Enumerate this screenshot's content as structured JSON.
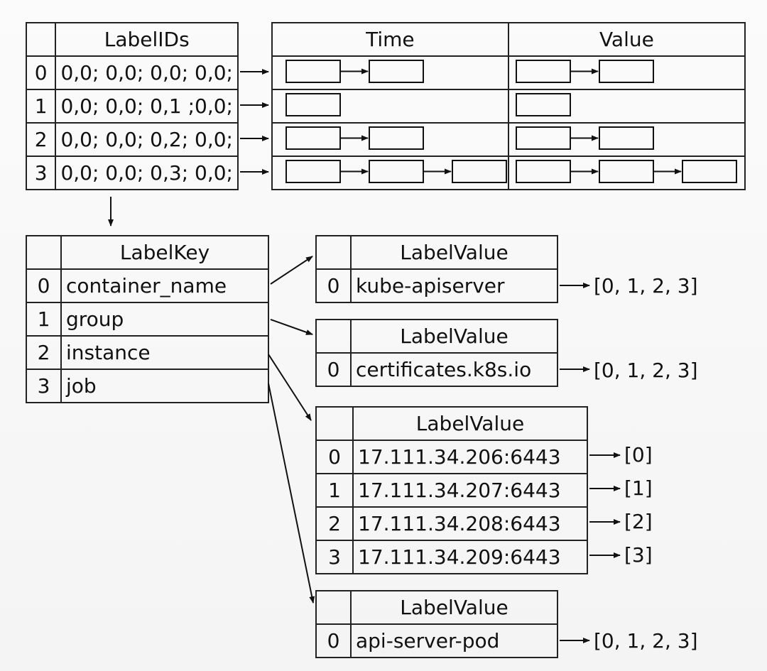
{
  "series_table": {
    "labelids_header": "LabelIDs",
    "time_header": "Time",
    "value_header": "Value",
    "rows": [
      {
        "index": "0",
        "label_ids": "0,0; 0,0; 0,0; 0,0;",
        "chunk_count": 2
      },
      {
        "index": "1",
        "label_ids": "0,0; 0,0; 0,1 ;0,0;",
        "chunk_count": 1
      },
      {
        "index": "2",
        "label_ids": "0,0; 0,0; 0,2; 0,0;",
        "chunk_count": 2
      },
      {
        "index": "3",
        "label_ids": "0,0; 0,0; 0,3; 0,0;",
        "chunk_count": 3
      }
    ]
  },
  "labelkey_table": {
    "header": "LabelKey",
    "rows": [
      {
        "index": "0",
        "key": "container_name"
      },
      {
        "index": "1",
        "key": "group"
      },
      {
        "index": "2",
        "key": "instance"
      },
      {
        "index": "3",
        "key": "job"
      }
    ]
  },
  "labelvalue_tables": [
    {
      "header": "LabelValue",
      "rows": [
        {
          "index": "0",
          "value": "kube-apiserver",
          "series": "[0, 1, 2, 3]"
        }
      ]
    },
    {
      "header": "LabelValue",
      "rows": [
        {
          "index": "0",
          "value": "certificates.k8s.io",
          "series": "[0, 1, 2, 3]"
        }
      ]
    },
    {
      "header": "LabelValue",
      "rows": [
        {
          "index": "0",
          "value": "17.111.34.206:6443",
          "series": "[0]"
        },
        {
          "index": "1",
          "value": "17.111.34.207:6443",
          "series": "[1]"
        },
        {
          "index": "2",
          "value": "17.111.34.208:6443",
          "series": "[2]"
        },
        {
          "index": "3",
          "value": "17.111.34.209:6443",
          "series": "[3]"
        }
      ]
    },
    {
      "header": "LabelValue",
      "rows": [
        {
          "index": "0",
          "value": "api-server-pod",
          "series": "[0, 1, 2, 3]"
        }
      ]
    }
  ]
}
